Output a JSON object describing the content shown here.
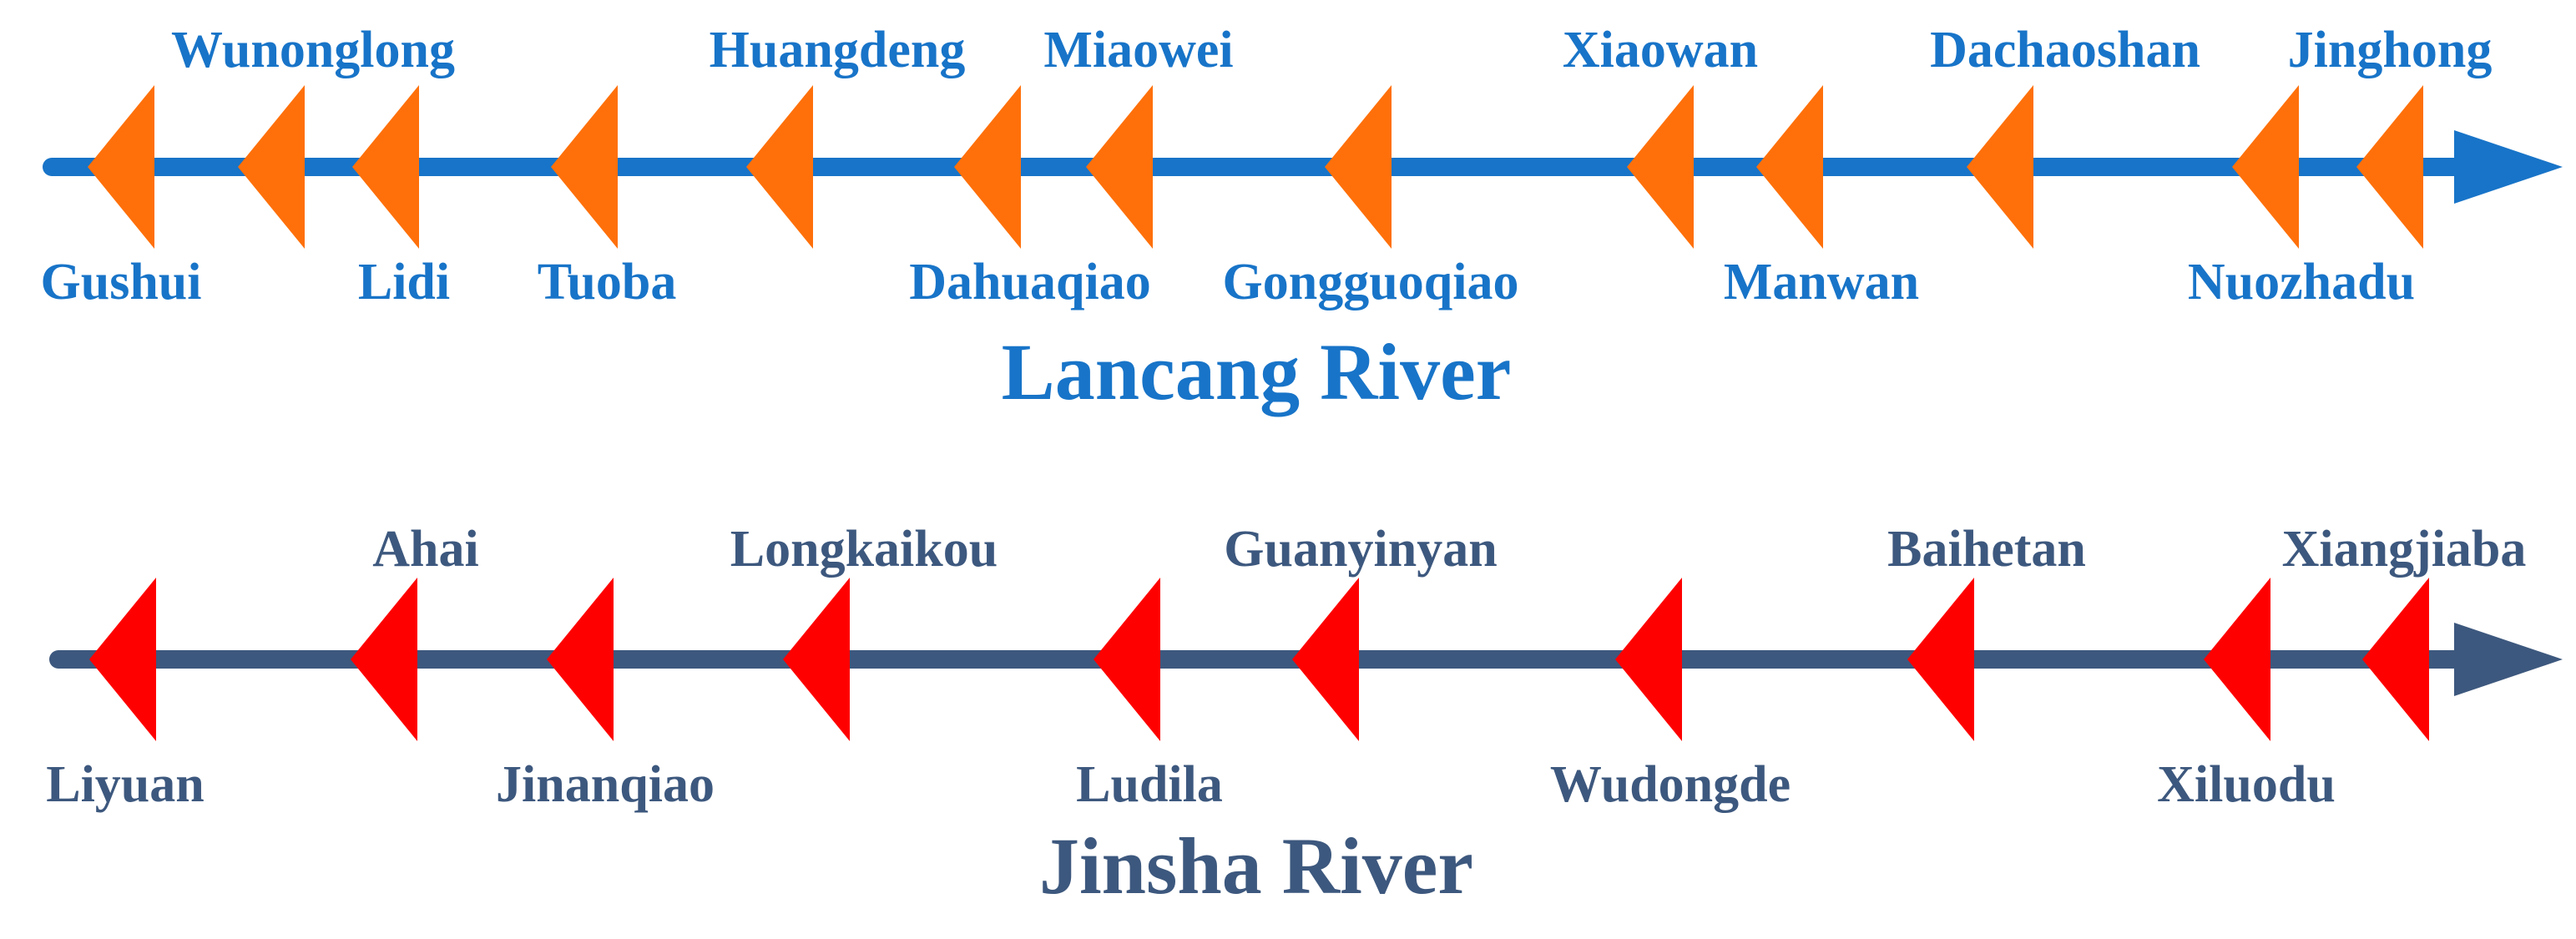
{
  "rivers": [
    {
      "id": "lancang",
      "name": "Lancang River",
      "axis_color": "#1874c8",
      "marker_color": "#ff700a",
      "label_color": "#1874c8",
      "stations": [
        {
          "name": "Gushui",
          "label_pos": "below"
        },
        {
          "name": "Wunonglong",
          "label_pos": "above"
        },
        {
          "name": "Lidi",
          "label_pos": "below"
        },
        {
          "name": "Tuoba",
          "label_pos": "below"
        },
        {
          "name": "Huangdeng",
          "label_pos": "above"
        },
        {
          "name": "Dahuaqiao",
          "label_pos": "below"
        },
        {
          "name": "Miaowei",
          "label_pos": "above"
        },
        {
          "name": "Gongguoqiao",
          "label_pos": "below"
        },
        {
          "name": "Xiaowan",
          "label_pos": "above"
        },
        {
          "name": "Manwan",
          "label_pos": "below"
        },
        {
          "name": "Dachaoshan",
          "label_pos": "above"
        },
        {
          "name": "Nuozhadu",
          "label_pos": "below"
        },
        {
          "name": "Jinghong",
          "label_pos": "above"
        }
      ]
    },
    {
      "id": "jinsha",
      "name": "Jinsha River",
      "axis_color": "#3d587e",
      "marker_color": "#ff0000",
      "label_color": "#3d587e",
      "stations": [
        {
          "name": "Liyuan",
          "label_pos": "below"
        },
        {
          "name": "Ahai",
          "label_pos": "above"
        },
        {
          "name": "Jinanqiao",
          "label_pos": "below"
        },
        {
          "name": "Longkaikou",
          "label_pos": "above"
        },
        {
          "name": "Ludila",
          "label_pos": "below"
        },
        {
          "name": "Guanyinyan",
          "label_pos": "above"
        },
        {
          "name": "Wudongde",
          "label_pos": "below"
        },
        {
          "name": "Baihetan",
          "label_pos": "above"
        },
        {
          "name": "Xiluodu",
          "label_pos": "below"
        },
        {
          "name": "Xiangjiaba",
          "label_pos": "above"
        }
      ]
    }
  ]
}
